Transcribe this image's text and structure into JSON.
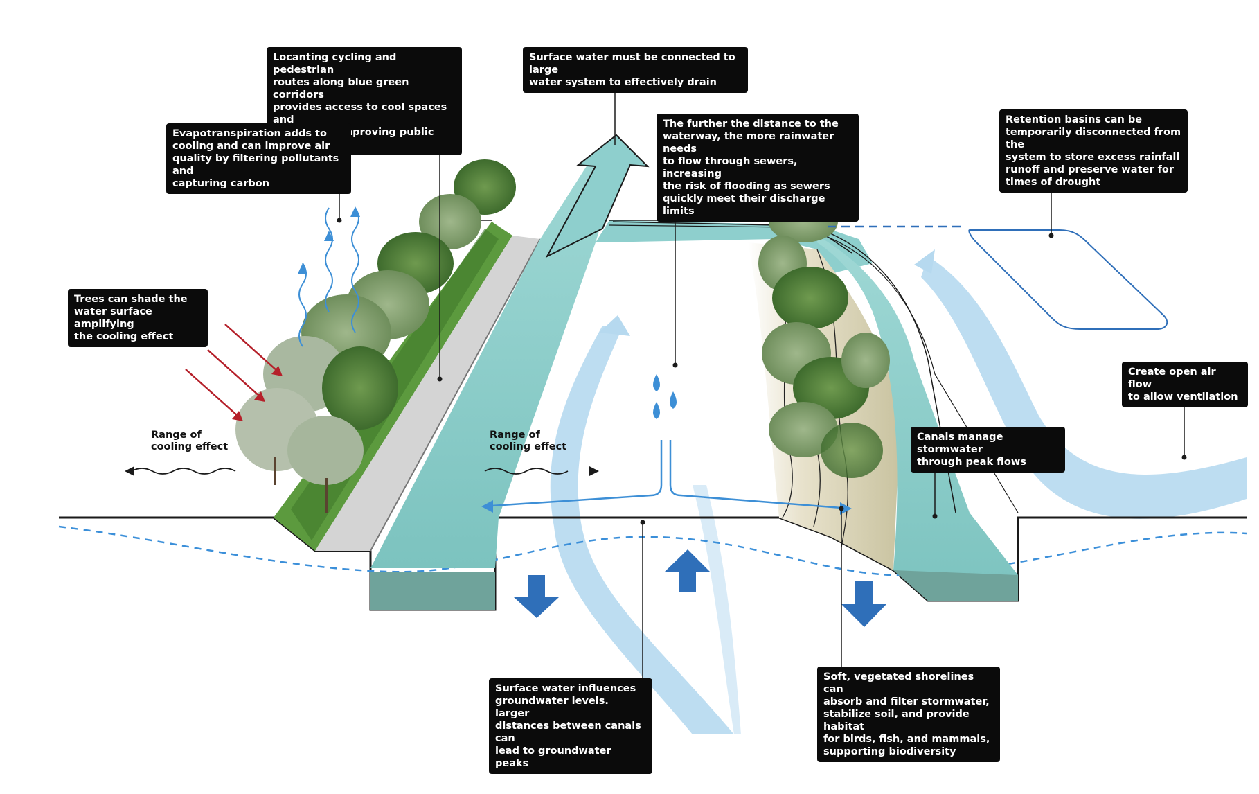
{
  "callouts": {
    "trees_shade": "Trees can shade the\nwater surface amplifying\nthe cooling effect",
    "evapotranspiration": "Evapotranspiration adds to\ncooling and can improve air\nquality by filtering pollutants and\ncapturing carbon",
    "cycling_routes": "Locanting cycling and pedestrian\nroutes along blue green corridors\nprovides access to cool spaces and\nrecreation, improving public health",
    "surface_water_connected": "Surface water must be connected to large\nwater system to effectively drain",
    "distance_waterway": "The further the distance to the\nwaterway, the more rainwater needs\nto flow through sewers, increasing\nthe risk of flooding as sewers\nquickly meet their discharge limits",
    "retention_basins": "Retention basins can be\ntemporarily disconnected from the\nsystem to store excess rainfall\nrunoff and preserve water for\ntimes of drought",
    "open_air_flow": "Create open air flow\nto allow ventilation",
    "canals_stormwater": "Canals manage stormwater\nthrough peak flows",
    "groundwater": "Surface water influences\ngroundwater levels. larger\ndistances between canals can\nlead to groundwater peaks",
    "soft_shorelines": "Soft, vegetated shorelines can\nabsorb and filter stormwater,\nstabilize soil, and provide habitat\nfor birds, fish, and mammals,\nsupporting biodiversity"
  },
  "labels": {
    "range_left": "Range of\ncooling effect",
    "range_center": "Range of\ncooling effect"
  },
  "colors": {
    "callout_bg": "#0b0b0b",
    "callout_text": "#ffffff",
    "water": "#8ecfcd",
    "water_deep": "#6fa39b",
    "air_flow": "#b6d9ef",
    "rain_blue": "#3d8fd6",
    "arrow_blue": "#2f6fb9",
    "heat_red": "#b5202a",
    "groundwater_line": "#3b8fd9",
    "vegetation": "#4f8a3a",
    "path_gray": "#cfcfcf"
  },
  "icons": {
    "rain_drops": "water-drop-icon",
    "sun_rays": "arrow-icon",
    "vapor": "wavy-arrow-icon",
    "flow_down": "down-arrow-icon",
    "flow_up": "up-arrow-icon"
  }
}
